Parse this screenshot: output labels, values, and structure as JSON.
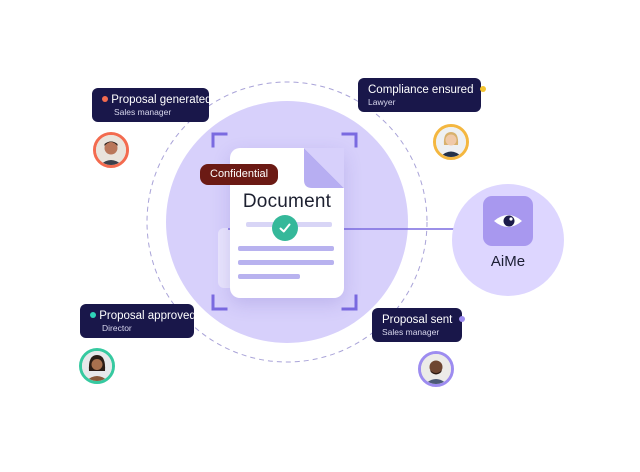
{
  "document": {
    "title": "Document",
    "badge": "Confidential",
    "status": "verified",
    "status_icon": "check-icon"
  },
  "steps": [
    {
      "title": "Proposal generated",
      "role": "Sales manager",
      "dot_color": "#f36b4f",
      "ring_color": "#f36b4f"
    },
    {
      "title": "Compliance ensured",
      "role": "Lawyer",
      "dot_color": "#f4c430",
      "ring_color": "#f4b740"
    },
    {
      "title": "Proposal approved",
      "role": "Director",
      "dot_color": "#2fd3b8",
      "ring_color": "#36c9a0"
    },
    {
      "title": "Proposal sent",
      "role": "Sales manager",
      "dot_color": "#9d8cf0",
      "ring_color": "#9d8cf0"
    }
  ],
  "assistant": {
    "name": "AiMe",
    "icon": "eye-icon"
  },
  "colors": {
    "card_bg": "#19174a",
    "circle_fill": "#d7d0fb",
    "accent": "#6b5bd6",
    "badge_bg": "#6b1a14",
    "check_bg": "#35b89a"
  }
}
